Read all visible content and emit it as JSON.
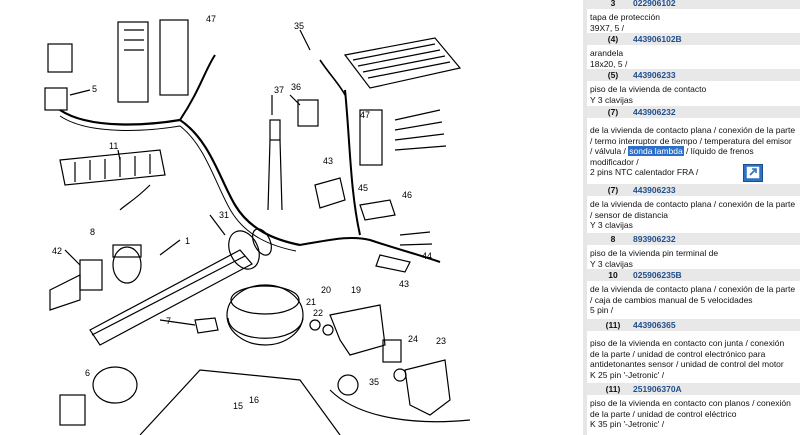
{
  "diagram": {
    "callouts": [
      {
        "key": "c47",
        "text": "47"
      },
      {
        "key": "c35",
        "text": "35"
      },
      {
        "key": "c5",
        "text": "5"
      },
      {
        "key": "c37",
        "text": "37"
      },
      {
        "key": "c36",
        "text": "36"
      },
      {
        "key": "c11",
        "text": "11"
      },
      {
        "key": "c43",
        "text": "43"
      },
      {
        "key": "c45",
        "text": "45"
      },
      {
        "key": "c47b",
        "text": "47"
      },
      {
        "key": "c31",
        "text": "31"
      },
      {
        "key": "c46",
        "text": "46"
      },
      {
        "key": "c1",
        "text": "1"
      },
      {
        "key": "c8",
        "text": "8"
      },
      {
        "key": "c42",
        "text": "42"
      },
      {
        "key": "c44",
        "text": "44"
      },
      {
        "key": "c43b",
        "text": "43"
      },
      {
        "key": "c20",
        "text": "20"
      },
      {
        "key": "c19",
        "text": "19"
      },
      {
        "key": "c21",
        "text": "21"
      },
      {
        "key": "c22",
        "text": "22"
      },
      {
        "key": "c7",
        "text": "7"
      },
      {
        "key": "c24",
        "text": "24"
      },
      {
        "key": "c23",
        "text": "23"
      },
      {
        "key": "c6",
        "text": "6"
      },
      {
        "key": "c35b",
        "text": "35"
      },
      {
        "key": "c15",
        "text": "15"
      },
      {
        "key": "c16",
        "text": "16"
      }
    ]
  },
  "panel": {
    "entries": [
      {
        "num": "3",
        "part": "022906102",
        "desc": "tapa de protección\n39X7, 5 /"
      },
      {
        "num": "(4)",
        "part": "443906102B",
        "desc": "arandela\n18x20, 5 /"
      },
      {
        "num": "(5)",
        "part": "443906233",
        "desc": "piso de la vivienda de contacto\nY 3 clavijas"
      },
      {
        "num": "(7)",
        "part": "443906232",
        "desc_a": "de la vivienda de contacto plana / conexión de la parte / termo interruptor de tiempo / temperatura del emisor / válvula / ",
        "desc_hl": "sonda lambda",
        "desc_b": " / líquido de frenos modificador /\n2 pins NTC calentador FRA /"
      },
      {
        "num": "(7)",
        "part": "443906233",
        "desc": "de la vivienda de contacto plana / conexión de la parte / sensor de distancia\nY 3 clavijas"
      },
      {
        "num": "8",
        "part": "893906232",
        "desc": "piso de la vivienda pin terminal de\nY 3 clavijas"
      },
      {
        "num": "10",
        "part": "025906235B",
        "desc": "de la vivienda de contacto plana / conexión de la parte / caja de cambios manual de 5 velocidades\n5 pin /"
      },
      {
        "num": "(11)",
        "part": "443906365",
        "desc": "piso de la vivienda en contacto con junta / conexión de la parte / unidad de control electrónico para antidetonantes sensor / unidad de control del motor\nK 25 pin '-Jetronic' /"
      },
      {
        "num": "(11)",
        "part": "251906370A",
        "desc": "piso de la vivienda en contacto con planos / conexión de la parte / unidad de control eléctrico\nK 35 pin '-Jetronic' /"
      }
    ],
    "jump_icon": "arrow-out-icon",
    "highlight_color": "#2b6fc8"
  }
}
